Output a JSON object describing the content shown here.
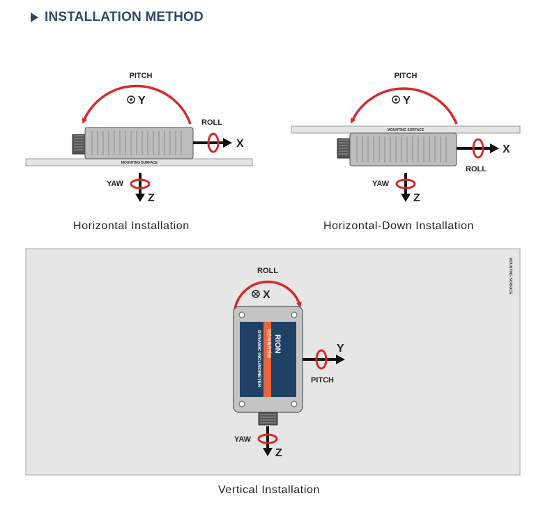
{
  "header": {
    "title": "INSTALLATION METHOD"
  },
  "horizontal": {
    "caption": "Horizontal Installation",
    "pitch": "PITCH",
    "y_axis": "Y",
    "roll": "ROLL",
    "x_axis": "X",
    "yaw": "YAW",
    "z_axis": "Z",
    "surface": "MOUNTING SURFACE"
  },
  "horizontal_down": {
    "caption": "Horizontal-Down Installation",
    "pitch": "PITCH",
    "y_axis": "Y",
    "roll": "ROLL",
    "x_axis": "X",
    "yaw": "YAW",
    "z_axis": "Z",
    "surface": "MOUNTING SURFACE"
  },
  "vertical": {
    "caption": "Vertical Installation",
    "roll": "ROLL",
    "x_axis": "X",
    "y_axis": "Y",
    "pitch": "PITCH",
    "yaw": "YAW",
    "z_axis": "Z",
    "surface": "MOUNTING SURFACE",
    "device_brand": "RION",
    "device_line1": "DYNAMIC INCLINOMETER",
    "device_line2": "动态倾角传感器"
  },
  "colors": {
    "accent_red": "#d42a2a",
    "header_blue": "#2d4a6a",
    "panel_bg": "#e6e6e6"
  }
}
